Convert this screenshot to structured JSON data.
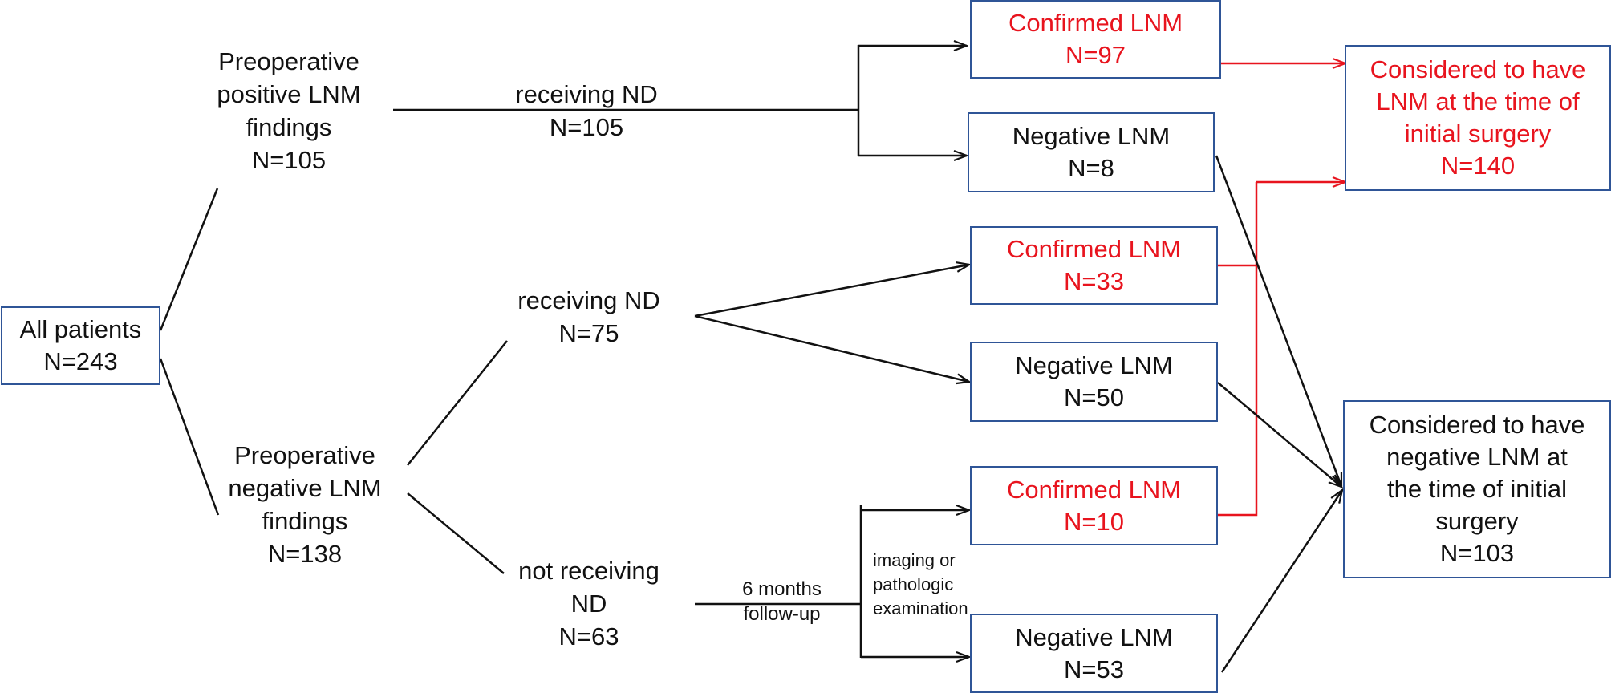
{
  "colors": {
    "box_border": "#2f5597",
    "accent_red": "#e8141e",
    "line": "#111111"
  },
  "nodes": {
    "all": {
      "line1": "All patients",
      "line2": "N=243"
    },
    "pos_pre": {
      "line1": "Preoperative",
      "line2": "positive LNM",
      "line3": "findings",
      "line4": "N=105"
    },
    "neg_pre": {
      "line1": "Preoperative",
      "line2": "negative LNM",
      "line3": "findings",
      "line4": "N=138"
    },
    "recv_top": {
      "line1": "receiving ND",
      "line2": "N=105"
    },
    "recv_mid": {
      "line1": "receiving ND",
      "line2": "N=75"
    },
    "not_recv": {
      "line1": "not receiving",
      "line2": "ND",
      "line3": "N=63"
    },
    "followup": {
      "line1": "6 months",
      "line2": "follow-up"
    },
    "exam": {
      "line1": "imaging or",
      "line2": "pathologic",
      "line3": "examination"
    },
    "conf97": {
      "line1": "Confirmed LNM",
      "line2": "N=97"
    },
    "neg8": {
      "line1": "Negative LNM",
      "line2": "N=8"
    },
    "conf33": {
      "line1": "Confirmed LNM",
      "line2": "N=33"
    },
    "neg50": {
      "line1": "Negative LNM",
      "line2": "N=50"
    },
    "conf10": {
      "line1": "Confirmed LNM",
      "line2": "N=10"
    },
    "neg53": {
      "line1": "Negative LNM",
      "line2": "N=53"
    },
    "out_pos": {
      "line1": "Considered to have",
      "line2": "LNM at the time of",
      "line3": "initial surgery",
      "line4": "N=140"
    },
    "out_neg": {
      "line1": "Considered to have",
      "line2": "negative LNM at",
      "line3": "the time of initial",
      "line4": "surgery",
      "line5": "N=103"
    }
  }
}
